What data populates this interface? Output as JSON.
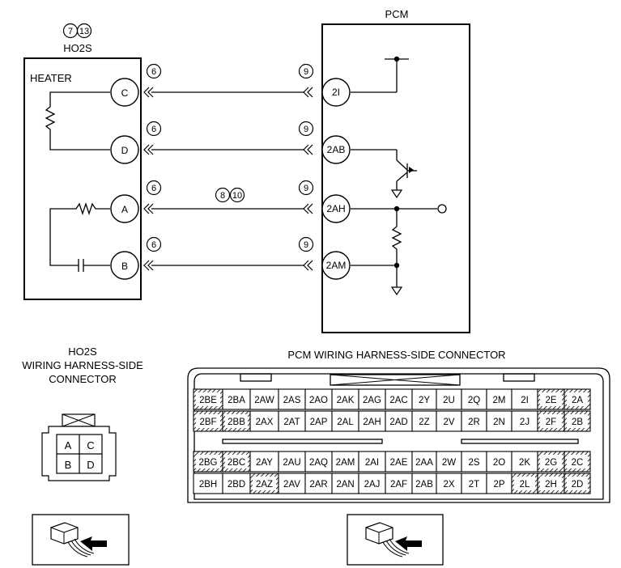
{
  "ho2s_top_callouts": [
    "7",
    "13"
  ],
  "ho2s_title": "HO2S",
  "pcm_title": "PCM",
  "heater_label": "HEATER",
  "ho2s_pins": [
    {
      "id": "C",
      "callout": "6"
    },
    {
      "id": "D",
      "callout": "6"
    },
    {
      "id": "A",
      "callout": "6"
    },
    {
      "id": "B",
      "callout": "6"
    }
  ],
  "pcm_pins": [
    {
      "id": "2I",
      "callout": "9"
    },
    {
      "id": "2AB",
      "callout": "9"
    },
    {
      "id": "2AH",
      "callout": "9"
    },
    {
      "id": "2AM",
      "callout": "9"
    }
  ],
  "wire_callouts": [
    "8",
    "10"
  ],
  "ho2s_connector_title": [
    "HO2S",
    "WIRING HARNESS-SIDE",
    "CONNECTOR"
  ],
  "ho2s_connector_cells": [
    "A",
    "C",
    "B",
    "D"
  ],
  "pcm_connector_title": "PCM WIRING HARNESS-SIDE CONNECTOR",
  "pcm_connector_rows": [
    [
      "2BE",
      "2BA",
      "2AW",
      "2AS",
      "2AO",
      "2AK",
      "2AG",
      "2AC",
      "2Y",
      "2U",
      "2Q",
      "2M",
      "2I",
      "2E",
      "2A"
    ],
    [
      "2BF",
      "2BB",
      "2AX",
      "2AT",
      "2AP",
      "2AL",
      "2AH",
      "2AD",
      "2Z",
      "2V",
      "2R",
      "2N",
      "2J",
      "2F",
      "2B"
    ],
    [
      "2BG",
      "2BC",
      "2AY",
      "2AU",
      "2AQ",
      "2AM",
      "2AI",
      "2AE",
      "2AA",
      "2W",
      "2S",
      "2O",
      "2K",
      "2G",
      "2C"
    ],
    [
      "2BH",
      "2BD",
      "2AZ",
      "2AV",
      "2AR",
      "2AN",
      "2AJ",
      "2AF",
      "2AB",
      "2X",
      "2T",
      "2P",
      "2L",
      "2H",
      "2D"
    ]
  ]
}
